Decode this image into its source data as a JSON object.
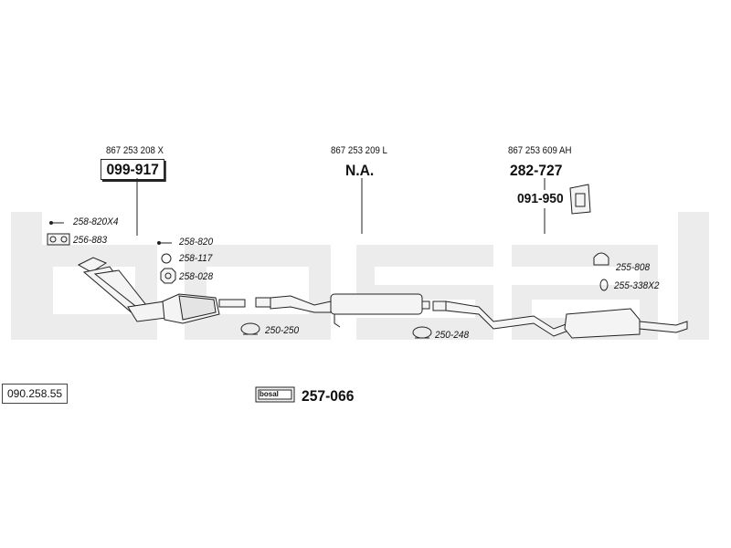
{
  "watermark": {
    "text": "bosal",
    "color": "#ececec"
  },
  "article_number": "090.258.55",
  "brand_tag": {
    "logo_text": "bosal",
    "part_number": "257-066"
  },
  "groups": [
    {
      "oe_number": "867 253 208 X",
      "part_number": "099-917",
      "boxed": true
    },
    {
      "oe_number": "867 253 209 L",
      "part_number": "N.A.",
      "boxed": false
    },
    {
      "oe_number": "867 253 609 AH",
      "part_number": "282-727",
      "boxed": false,
      "sub_part": "091-950"
    }
  ],
  "small_parts": [
    {
      "code": "258-820X4",
      "icon": "bolt-icon"
    },
    {
      "code": "256-883",
      "icon": "gasket-icon"
    },
    {
      "code": "258-820",
      "icon": "bolt-icon"
    },
    {
      "code": "258-117",
      "icon": "ring-icon"
    },
    {
      "code": "258-028",
      "icon": "nut-icon"
    },
    {
      "code": "250-250",
      "icon": "clamp-icon"
    },
    {
      "code": "250-248",
      "icon": "clamp-icon"
    },
    {
      "code": "255-808",
      "icon": "rubber-mount-icon"
    },
    {
      "code": "255-338X2",
      "icon": "rubber-ring-icon"
    }
  ],
  "colors": {
    "line": "#222222",
    "pipe_fill": "#f4f4f4"
  }
}
